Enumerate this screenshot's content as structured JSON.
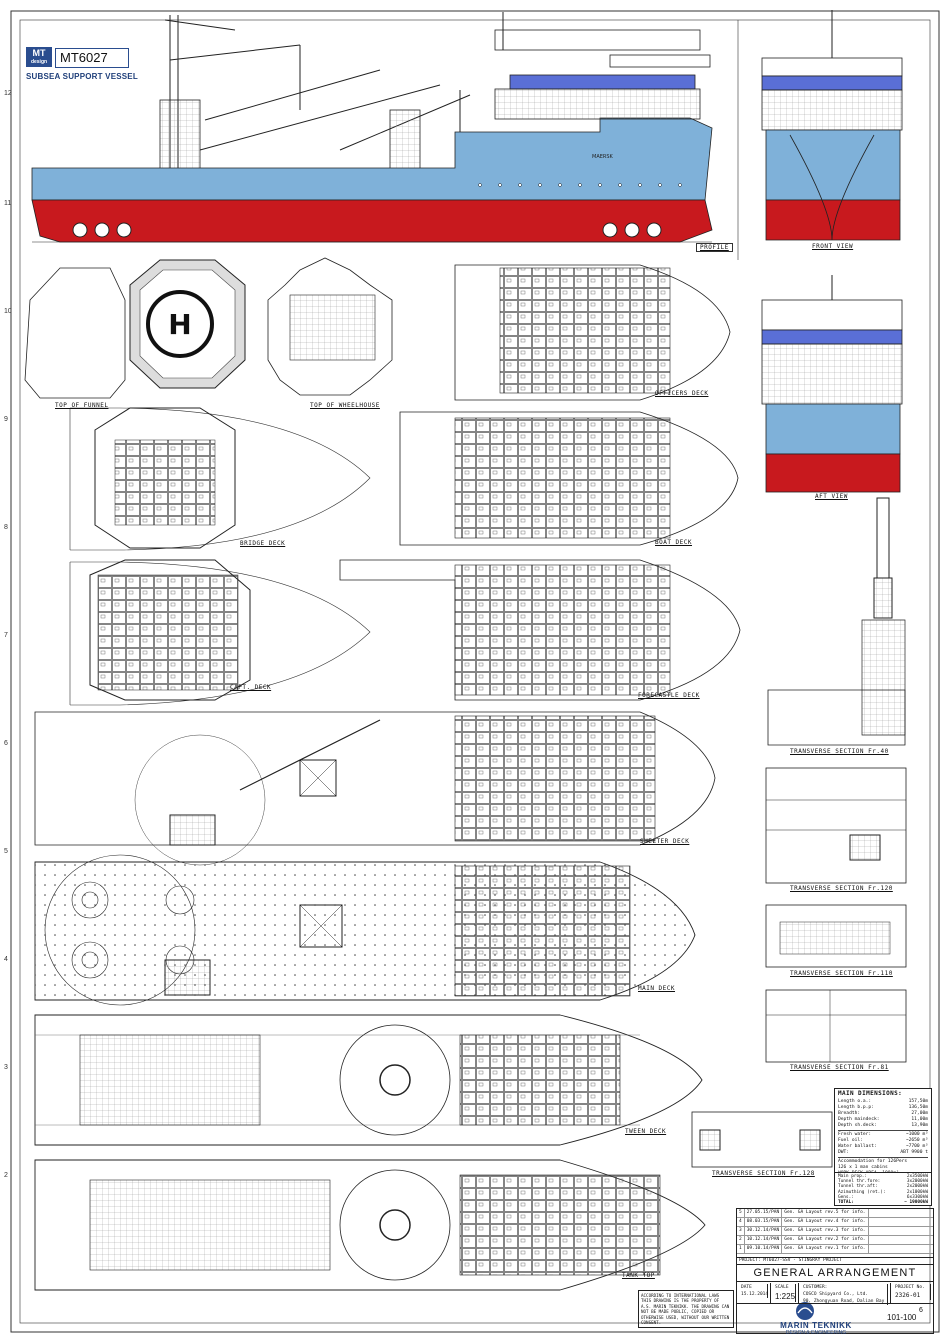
{
  "header": {
    "logo_text": "MT",
    "logo_sub": "design",
    "project_code": "MT6027",
    "vessel_type": "SUBSEA SUPPORT VESSEL"
  },
  "colors": {
    "hull_red": "#c8191e",
    "hull_blue": "#7fb1d9",
    "superstructure_blue": "#5a6fd6",
    "brand_blue": "#2a4d8f",
    "line": "#222222"
  },
  "views": {
    "profile": "PROFILE",
    "front": "FRONT VIEW",
    "aft": "AFT VIEW",
    "top_funnel": "TOP OF FUNNEL",
    "top_wheelhouse": "TOP OF WHEELHOUSE",
    "officers_deck": "OFFICERS DECK",
    "bridge_deck": "BRIDGE DECK",
    "boat_deck": "BOAT DECK",
    "capt_deck": "CAPT. DECK",
    "forecastle_deck": "FORECASTLE DECK",
    "shelter_deck": "SHELTER DECK",
    "main_deck": "MAIN DECK",
    "tween_deck": "TWEEN DECK",
    "tank_top": "TANK TOP",
    "ts_40": "TRANSVERSE SECTION Fr.40",
    "ts_120": "TRANSVERSE SECTION Fr.120",
    "ts_110": "TRANSVERSE SECTION Fr.110",
    "ts_81": "TRANSVERSE SECTION Fr.81",
    "ts_128": "TRANSVERSE SECTION Fr.128"
  },
  "heli_mark": "H",
  "ship_name": "MAERSK",
  "grid_numbers": [
    "12",
    "11",
    "10",
    "9",
    "8",
    "7",
    "6",
    "5",
    "4",
    "3",
    "2"
  ],
  "dimensions": {
    "title": "MAIN DIMENSIONS:",
    "rows": [
      {
        "k": "Length o.a.:",
        "v": "157,50m"
      },
      {
        "k": "Length b.p.p:",
        "v": "136,50m"
      },
      {
        "k": "Breadth:",
        "v": "27,00m"
      },
      {
        "k": "Depth maindeck:",
        "v": "11,00m"
      },
      {
        "k": "Depth sh.deck:",
        "v": "13,90m"
      }
    ],
    "rows2": [
      {
        "k": "Fresh water:",
        "v": "~1000 m³"
      },
      {
        "k": "Fuel oil:",
        "v": "~2650 m³"
      },
      {
        "k": "Water ballast:",
        "v": "~7700 m³"
      }
    ],
    "dwt_label": "DWT:",
    "dwt_value": "ABT 9900 t",
    "accom": "Accommodation for 126Pers",
    "accom2": "126 x 1 man cabins",
    "work_deck": "WORK DECK AREA ~1980m²",
    "work_deck2": "(Aft of ROV-Area)",
    "rows3": [
      {
        "k": "Main prop.:",
        "v": "2x3500kW"
      },
      {
        "k": "Tunnel thr.fore:",
        "v": "3x2000kW"
      },
      {
        "k": "Tunnel thr.aft:",
        "v": "2x2000kW"
      },
      {
        "k": "Azimuthing (ret.):",
        "v": "2x1000kW"
      },
      {
        "k": "Gens.:",
        "v": "6x3300kW"
      }
    ],
    "total_k": "TOTAL:",
    "total_v": "~ 19000kW"
  },
  "title_block": {
    "revisions": [
      {
        "rev": "5",
        "date": "27.05.15/PAN",
        "text": "Gen. GA Layout rev.5 for info."
      },
      {
        "rev": "4",
        "date": "08.03.15/PAN",
        "text": "Gen. GA Layout rev.4 for info."
      },
      {
        "rev": "3",
        "date": "30.12.14/PAN",
        "text": "Gen. GA Layout rev.3 for info."
      },
      {
        "rev": "2",
        "date": "10.12.14/PAN",
        "text": "Gen. GA Layout rev.2 for info."
      },
      {
        "rev": "1",
        "date": "09.10.14/PAN",
        "text": "Gen. GA Layout rev.1 for info."
      }
    ],
    "project_line": "PROJECT: MT6027-SSV - STINGRAY PROJECT",
    "title": "GENERAL ARRANGEMENT",
    "date_label": "DATE",
    "date_val": "15.12.2014",
    "scale_label": "SCALE",
    "scale_val": "1:225",
    "customer_label": "CUSTOMER:",
    "customer_val": "COSCO Shipyard Co., Ltd.",
    "customer_addr": "90, Zhongyuan Road, Dalian Bay",
    "project_no_label": "PROJECT No.",
    "project_no": "2326-01",
    "brand_name": "MARIN TEKNIKK",
    "brand_sub": "DESIGN & ENGINEERING",
    "drawing_no": "101-100",
    "sheet": "6"
  },
  "legal_text": "ACCORDING TO INTERNATIONAL LAWS THIS DRAWING IS THE PROPERTY OF A.S. MARIN TEKNIKK. THE DRAWING CAN NOT BE MADE PUBLIC, COPIED OR OTHERWISE USED, WITHOUT OUR WRITTEN CONSENT."
}
